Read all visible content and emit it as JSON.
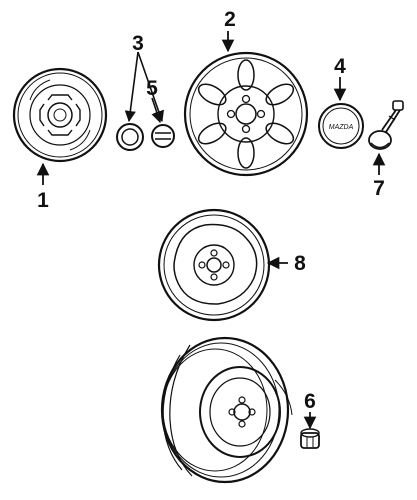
{
  "callouts": {
    "c1": "1",
    "c2": "2",
    "c3": "3",
    "c4": "4",
    "c5": "5",
    "c6": "6",
    "c7": "7",
    "c8": "8"
  },
  "emblem_text": "MAZDA"
}
